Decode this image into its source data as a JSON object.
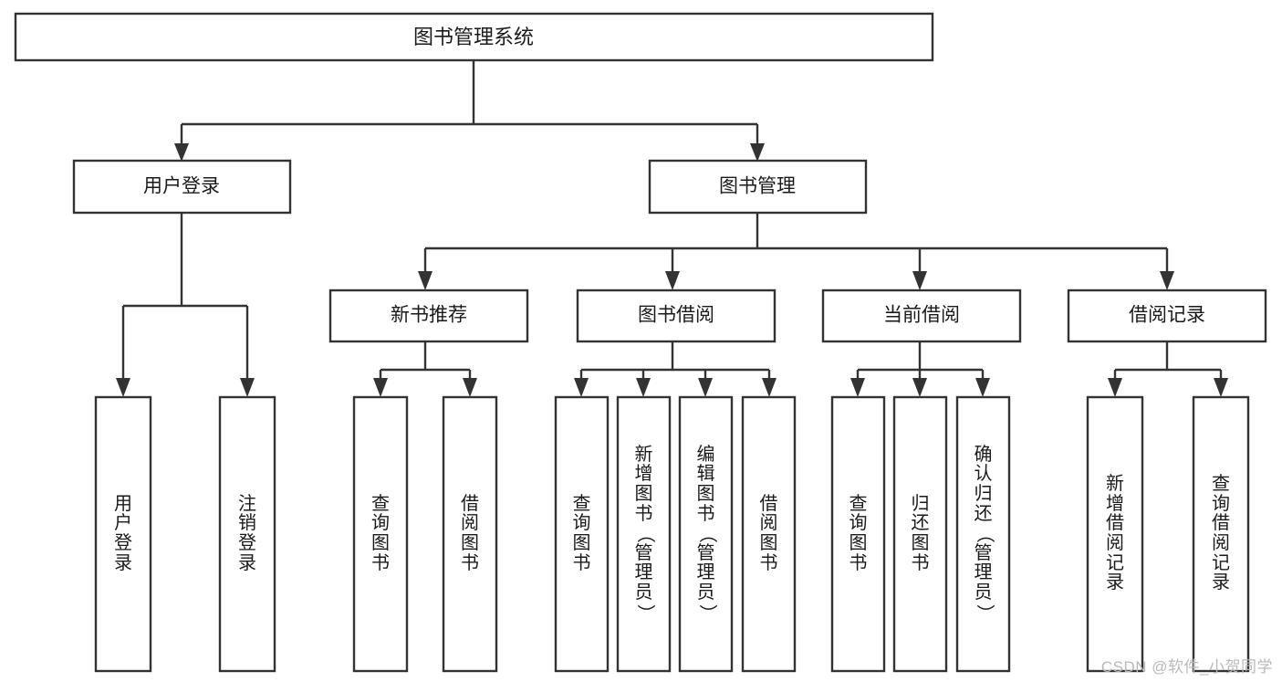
{
  "diagram": {
    "kind": "hierarchy-tree",
    "title": "图书管理系统",
    "colors": {
      "box_stroke": "#333333",
      "box_fill": "#ffffff",
      "text": "#1a1a1a",
      "background": "#ffffff",
      "watermark": "#b9b9b9"
    },
    "root": {
      "label": "图书管理系统"
    },
    "level2": [
      {
        "label": "用户登录"
      },
      {
        "label": "图书管理"
      }
    ],
    "level3": [
      {
        "label": "新书推荐"
      },
      {
        "label": "图书借阅"
      },
      {
        "label": "当前借阅"
      },
      {
        "label": "借阅记录"
      }
    ],
    "leaves": {
      "user_login": [
        {
          "label": "用户登录"
        },
        {
          "label": "注销登录"
        }
      ],
      "new_book": [
        {
          "label": "查询图书"
        },
        {
          "label": "借阅图书"
        }
      ],
      "book_borrow": [
        {
          "label": "查询图书"
        },
        {
          "label": "新增图书（管理员）"
        },
        {
          "label": "编辑图书（管理员）"
        },
        {
          "label": "借阅图书"
        }
      ],
      "current_borrow": [
        {
          "label": "查询图书"
        },
        {
          "label": "归还图书"
        },
        {
          "label": "确认归还（管理员）"
        }
      ],
      "borrow_record": [
        {
          "label": "新增借阅记录"
        },
        {
          "label": "查询借阅记录"
        }
      ]
    }
  },
  "watermark": {
    "text": "CSDN @软件_小贺同学"
  }
}
